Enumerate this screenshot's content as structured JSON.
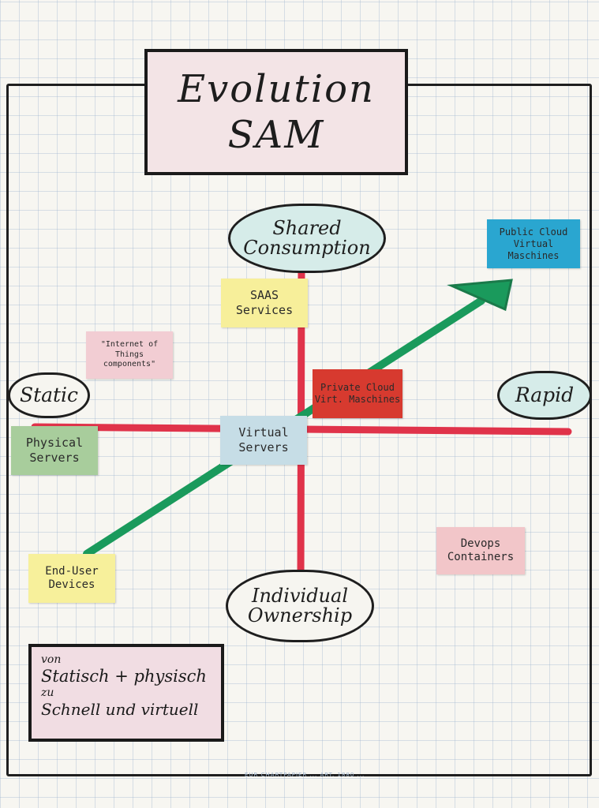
{
  "title": {
    "line1": "Evolution",
    "line2": "SAM"
  },
  "axes": {
    "top": "Shared\nConsumption",
    "bottom": "Individual\nOwnership",
    "left": "Static",
    "right": "Rapid"
  },
  "notes": [
    {
      "id": "public-cloud",
      "text": "Public Cloud\nVirtual\nMaschines",
      "color": "#2aa6d0"
    },
    {
      "id": "saas",
      "text": "SAAS\nServices",
      "color": "#f7ef9a"
    },
    {
      "id": "iot",
      "text": "\"Internet of\nThings\ncomponents\"",
      "color": "#f2cdd3"
    },
    {
      "id": "private-cloud",
      "text": "Private Cloud\nVirt. Maschines",
      "color": "#d73a2f"
    },
    {
      "id": "physical",
      "text": "Physical\nServers",
      "color": "#a8cd9c"
    },
    {
      "id": "virtual",
      "text": "Virtual\nServers",
      "color": "#c6dde6"
    },
    {
      "id": "devops",
      "text": "Devops\nContainers",
      "color": "#f2c6c9"
    },
    {
      "id": "end-user",
      "text": "End-User\nDevices",
      "color": "#f7f09b"
    }
  ],
  "summary": {
    "line1": "von",
    "line2": "Statisch + physisch",
    "line3": "zu",
    "line4": "Schnell und virtuell"
  },
  "footer": "EUR CHARTPAPIER ... ART. 1880 ...",
  "colors": {
    "axis": "#e0334a",
    "arrow": "#1a9a5c",
    "ink": "#1e1e1e"
  }
}
